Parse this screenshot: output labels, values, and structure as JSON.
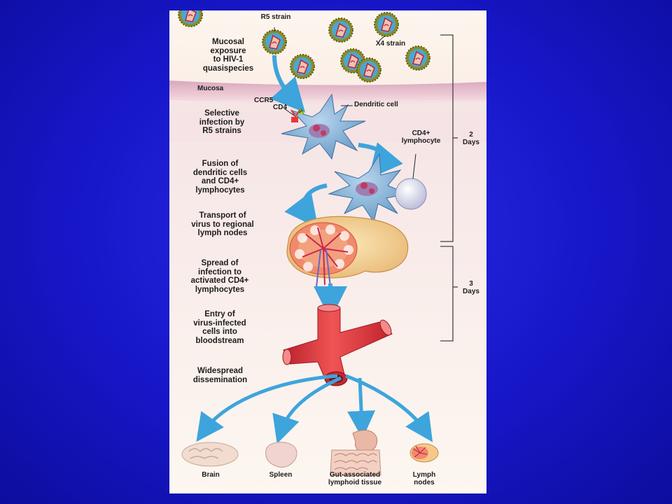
{
  "labels": {
    "r5_strain": "R5 strain",
    "x4_strain": "X4 strain",
    "mucosa": "Mucosa",
    "ccr5": "CCR5",
    "cd4": "CD4",
    "dendritic_cell": "Dendritic cell",
    "cd4_lymphocyte": "CD4+\nlymphocyte"
  },
  "steps": [
    {
      "id": "exposure",
      "text": "Mucosal\nexposure\nto HIV-1\nquasispecies"
    },
    {
      "id": "selective",
      "text": "Selective\ninfection by\nR5 strains"
    },
    {
      "id": "fusion",
      "text": "Fusion of\ndendritic cells\nand CD4+\nlymphocytes"
    },
    {
      "id": "transport",
      "text": "Transport of\nvirus to regional\nlymph nodes"
    },
    {
      "id": "spread",
      "text": "Spread of\ninfection to\nactivated CD4+\nlymphocytes"
    },
    {
      "id": "entry",
      "text": "Entry of\nvirus-infected\ncells into\nbloodstream"
    },
    {
      "id": "dissemination",
      "text": "Widespread\ndissemination"
    }
  ],
  "timeline": [
    {
      "id": "two-days",
      "text": "2\nDays"
    },
    {
      "id": "three-days",
      "text": "3\nDays"
    }
  ],
  "organs": [
    {
      "id": "brain",
      "text": "Brain"
    },
    {
      "id": "spleen",
      "text": "Spleen"
    },
    {
      "id": "gut",
      "text": "Gut-associated\nlymphoid tissue"
    },
    {
      "id": "lymph",
      "text": "Lymph\nnodes"
    }
  ],
  "colors": {
    "slide_background": "#1a1ad0",
    "panel_background": "#fbf3ec",
    "mucosa_band": "#e8c3cf",
    "arrow_blue": "#3ea4dc",
    "cell_blue": "#7fb0d6",
    "vessel_red": "#e03a3a",
    "virus_ring": "#7a7a1e"
  }
}
